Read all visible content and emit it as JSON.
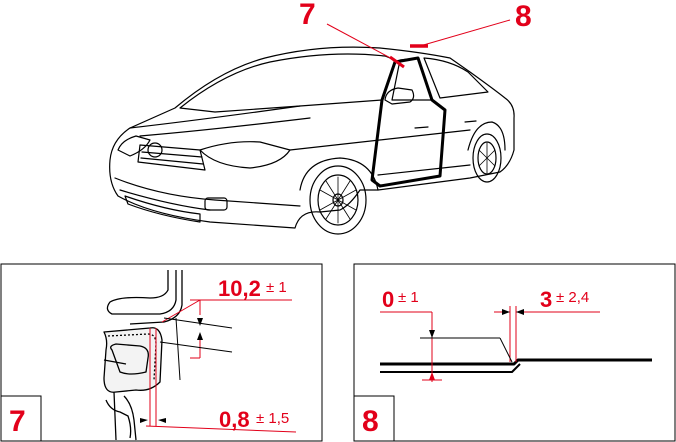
{
  "callouts": {
    "top_left": "7",
    "top_right": "8"
  },
  "panel_7": {
    "number": "7",
    "dim_top_value": "10,2",
    "dim_top_tol": "± 1",
    "dim_bottom_value": "0,8",
    "dim_bottom_tol": "± 1,5"
  },
  "panel_8": {
    "number": "8",
    "dim_left_value": "0",
    "dim_left_tol": "± 1",
    "dim_right_value": "3",
    "dim_right_tol": "± 2,4"
  },
  "colors": {
    "accent": "#e2001a",
    "line": "#000000"
  }
}
